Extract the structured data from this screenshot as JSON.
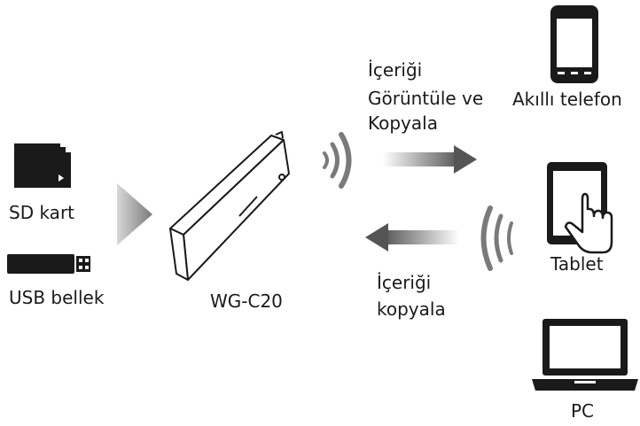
{
  "labels": {
    "sd_card": "SD kart",
    "usb": "USB bellek",
    "device": "WG-C20",
    "view_copy_line1": "İçeriği",
    "view_copy_line2": "Görüntüle ve",
    "view_copy_line3": "Kopyala",
    "copy_line1": "İçeriği",
    "copy_line2": "kopyala",
    "smartphone": "Akıllı telefon",
    "tablet": "Tablet",
    "pc": "PC"
  },
  "icons": [
    "sd-card-icon",
    "usb-stick-icon",
    "input-arrow-icon",
    "wg-c20-device-icon",
    "wifi-waves-icon",
    "smartphone-icon",
    "tablet-touch-icon",
    "laptop-icon"
  ],
  "colors": {
    "ink": "#1a1a1a",
    "gray": "#8a8a8a",
    "light_gray": "#cfcfcf"
  }
}
